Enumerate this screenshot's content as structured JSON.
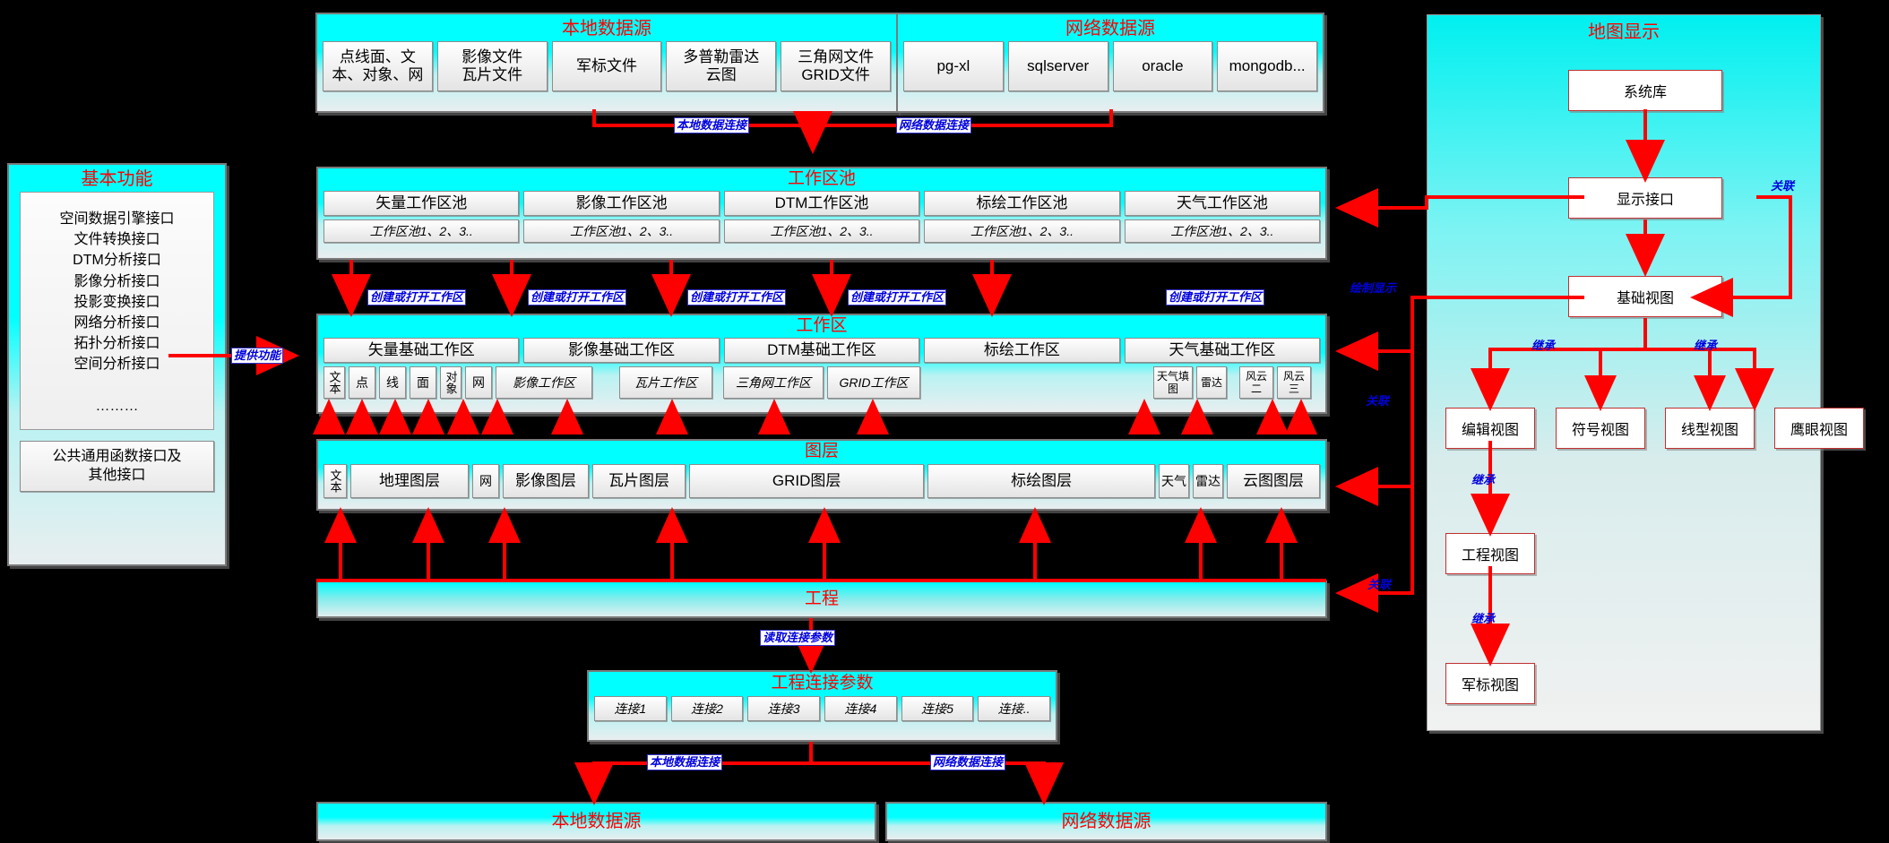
{
  "local_source_top": {
    "title": "本地数据源",
    "items": [
      "点线面、文\n本、对象、网",
      "影像文件\n瓦片文件",
      "军标文件",
      "多普勒雷达\n云图",
      "三角网文件\nGRID文件"
    ]
  },
  "network_source_top": {
    "title": "网络数据源",
    "items": [
      "pg-xl",
      "sqlserver",
      "oracle",
      "mongodb..."
    ]
  },
  "basic_functions": {
    "title": "基本功能",
    "interfaces": "空间数据引擎接口\n文件转换接口\nDTM分析接口\n影像分析接口\n投影变换接口\n网络分析接口\n拓扑分析接口\n空间分析接口\n\n………",
    "common": "公共通用函数接口及\n其他接口"
  },
  "workpool": {
    "title": "工作区池",
    "pools": [
      "矢量工作区池",
      "影像工作区池",
      "DTM工作区池",
      "标绘工作区池",
      "天气工作区池"
    ],
    "instances": [
      "工作区池1、2、3..",
      "工作区池1、2、3..",
      "工作区池1、2、3..",
      "工作区池1、2、3..",
      "工作区池1、2、3.."
    ]
  },
  "workarea": {
    "title": "工作区",
    "bases": [
      "矢量基础工作区",
      "影像基础工作区",
      "DTM基础工作区",
      "标绘工作区",
      "天气基础工作区"
    ],
    "sub_vector": [
      "文本",
      "点",
      "线",
      "面",
      "对象",
      "网"
    ],
    "sub_image": [
      "影像工作区",
      "瓦片工作区"
    ],
    "sub_dtm": [
      "三角网工作区",
      "GRID工作区"
    ],
    "sub_weather": [
      "天气填图",
      "雷达",
      "风云二",
      "风云三"
    ]
  },
  "layers": {
    "title": "图层",
    "items": [
      "文本",
      "地理图层",
      "网",
      "影像图层",
      "瓦片图层",
      "GRID图层",
      "标绘图层",
      "天气",
      "雷达",
      "云图图层"
    ]
  },
  "project": {
    "title": "工程"
  },
  "project_params": {
    "title": "工程连接参数",
    "items": [
      "连接1",
      "连接2",
      "连接3",
      "连接4",
      "连接5",
      "连接.."
    ]
  },
  "local_source_bottom": {
    "title": "本地数据源"
  },
  "network_source_bottom": {
    "title": "网络数据源"
  },
  "map_display": {
    "title": "地图显示",
    "nodes": {
      "system_lib": "系统库",
      "display_interface": "显示接口",
      "base_view": "基础视图",
      "edit_view": "编辑视图",
      "symbol_view": "符号视图",
      "line_view": "线型视图",
      "eagle_view": "鹰眼视图",
      "project_view": "工程视图",
      "military_view": "军标视图"
    }
  },
  "edge_labels": {
    "local_data_conn": "本地数据连接",
    "network_data_conn": "网络数据连接",
    "create_or_open": "创建或打开工作区",
    "provide_function": "提供功能",
    "draw_display": "绘制显示",
    "association": "关联",
    "inherit": "继承",
    "read_conn_params": "读取连接参数"
  },
  "colors": {
    "wire": "#ff0000",
    "title_text": "#ff0000",
    "label_text": "#0000dd",
    "panel_cyan": "#00ffff"
  }
}
